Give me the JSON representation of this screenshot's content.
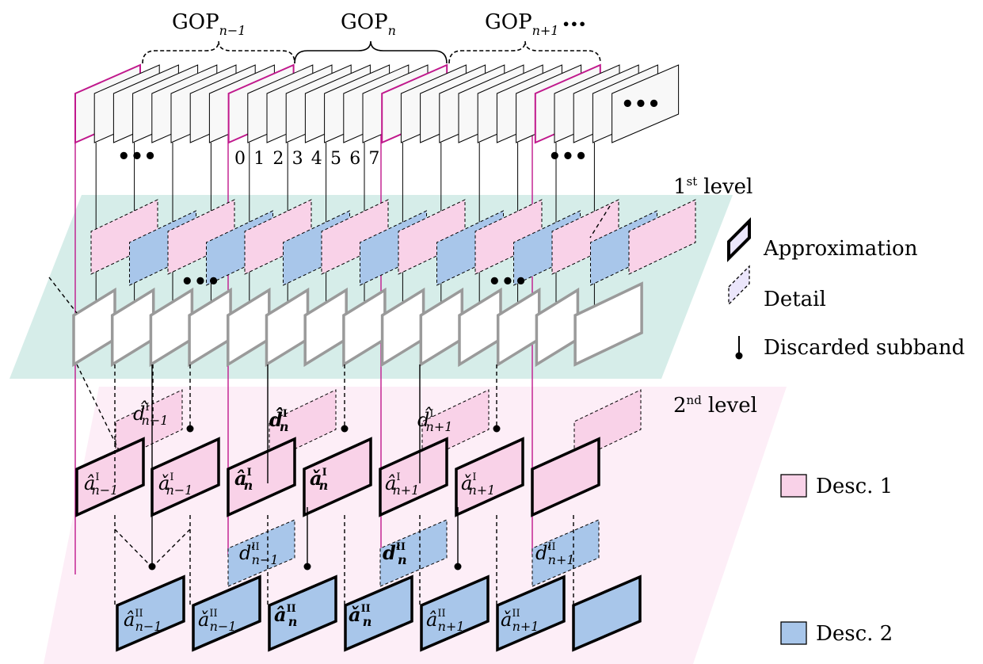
{
  "gop_labels": {
    "prev": {
      "base": "GOP",
      "sub": "n−1"
    },
    "curr": {
      "base": "GOP",
      "sub": "n"
    },
    "next": {
      "base": "GOP",
      "sub": "n+1"
    },
    "more": "•••"
  },
  "frame_indices": [
    "0",
    "1",
    "2",
    "3",
    "4",
    "5",
    "6",
    "7"
  ],
  "ellipsis": "•••",
  "levels": {
    "first": {
      "main": "1",
      "sup": "st",
      "suffix": "level"
    },
    "second": {
      "main": "2",
      "sup": "nd",
      "suffix": "level"
    }
  },
  "legend": {
    "approximation": "Approximation",
    "detail": "Detail",
    "discarded": "Discarded subband",
    "desc1": "Desc. 1",
    "desc2": "Desc. 2"
  },
  "colors": {
    "pink": "#f9d2e8",
    "blue": "#a8c6ea",
    "magenta": "#c0188c",
    "teal_plane": "#d6ede9",
    "pink_plane": "#fdeef7",
    "gray_frame": "#9a9a9a"
  },
  "level2_detail_labels": [
    {
      "base": "d̂",
      "sup": "I",
      "sub": "n−1",
      "bold": false
    },
    {
      "base": "d̂",
      "sup": "I",
      "sub": "n",
      "bold": true
    },
    {
      "base": "d̂",
      "sup": "I",
      "sub": "n+1",
      "bold": false
    }
  ],
  "level2_approx_labels": [
    {
      "base": "â",
      "sup": "I",
      "sub": "n−1",
      "bold": false
    },
    {
      "base": "ǎ",
      "sup": "I",
      "sub": "n−1",
      "bold": false
    },
    {
      "base": "â",
      "sup": "I",
      "sub": "n",
      "bold": true
    },
    {
      "base": "ǎ",
      "sup": "I",
      "sub": "n",
      "bold": true
    },
    {
      "base": "â",
      "sup": "I",
      "sub": "n+1",
      "bold": false
    },
    {
      "base": "ǎ",
      "sup": "I",
      "sub": "n+1",
      "bold": false
    }
  ],
  "level3_detail_labels": [
    {
      "base": "ď",
      "sup": "II",
      "sub": "n−1",
      "bold": false
    },
    {
      "base": "ď",
      "sup": "II",
      "sub": "n",
      "bold": true
    },
    {
      "base": "ď",
      "sup": "II",
      "sub": "n+1",
      "bold": false
    }
  ],
  "level3_approx_labels": [
    {
      "base": "â",
      "sup": "II",
      "sub": "n−1",
      "bold": false
    },
    {
      "base": "ǎ",
      "sup": "II",
      "sub": "n−1",
      "bold": false
    },
    {
      "base": "â",
      "sup": "II",
      "sub": "n",
      "bold": true
    },
    {
      "base": "ǎ",
      "sup": "II",
      "sub": "n",
      "bold": true
    },
    {
      "base": "â",
      "sup": "II",
      "sub": "n+1",
      "bold": false
    },
    {
      "base": "ǎ",
      "sup": "II",
      "sub": "n+1",
      "bold": false
    }
  ]
}
